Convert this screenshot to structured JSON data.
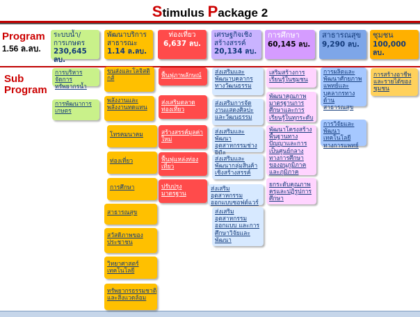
{
  "title": {
    "first_cap": "S",
    "first_rest": "timulus ",
    "second_cap": "P",
    "second_rest": "ackage 2"
  },
  "program": {
    "label": "Program",
    "amount": "1.56 ล.ลบ."
  },
  "subprogram": {
    "line1": "Sub",
    "line2": "Program"
  },
  "columns": [
    {
      "title": "ระบบน้ำ/การเกษตร",
      "amount": "230,645 ลบ.",
      "color": "#c9f18a",
      "items": [
        "การบริหารจัดการทรัพยากรน้ำ",
        "การพัฒนาการเกษตร"
      ]
    },
    {
      "title": "พัฒนาบริการสาธารณะ",
      "amount": "1.14 ล.ลบ.",
      "color": "#ffc000",
      "items": [
        "ขนส่งและโลจิสติกส์",
        "พลังงานและพลังงานทดแทน",
        "โทรคมนาคม",
        "ท่องเที่ยว",
        "การศึกษา",
        "สาธารณสุข",
        "สวัสดิภาพของประชาชน",
        "วิทยาศาสตร์ เทคโนโลยี",
        "ทรัพยากรธรรมชาติและสิ่งแวดล้อม"
      ]
    },
    {
      "title": "ท่องเที่ยว",
      "amount": "6,637 ลบ.",
      "color": "#ff4b4b",
      "items": [
        "ฟื้นฟูภาพลักษณ์",
        "ส่งเสริมตลาดท่องเที่ยว",
        "สร้างสรรค์มูลค่าใหม่",
        "ฟื้นฟูแหล่งท่องเที่ยว",
        "ปรับปรุงมาตรฐาน"
      ]
    },
    {
      "title": "เศรษฐกิจเชิงสร้างสรรค์",
      "amount": "20,134 ลบ.",
      "color": "#d7e9ff",
      "items": [
        "ส่งเสริมและพัฒนาบุคลากรทางวัฒนธรรม",
        "ส่งเสริมการจัดงานแสดงศิลปะและวัฒนธรรม",
        "ส่งเสริมและพัฒนาอุตสาหกรรมช่างฝีมือ",
        "ส่งเสริมและพัฒนากลุ่มสินค้าเชิงสร้างสรรค์",
        "ส่งเสริมอุตสาหกรรมออกแบบซอฟต์แวร์",
        "ส่งเสริมอุตสาหกรรมออกแบบ และการศึกษาวิจัยและพัฒนา"
      ]
    },
    {
      "title": "การศึกษา",
      "amount": "60,145 ลบ.",
      "color": "#ffd4ff",
      "items": [
        "เสริมสร้างการเรียนรู้ในชุมชน",
        "พัฒนาคุณภาพมาตรฐานการศึกษาและการเรียนรู้ในทุกระดับ",
        "พัฒนาโครงสร้างพื้นฐานทางปัญญาและการเป็นศูนย์กลางทางการศึกษาของอนุภูมิภาคและภูมิภาค",
        "ยกระดับคุณภาพครูและปฏิรูปการศึกษา"
      ]
    },
    {
      "title": "สาธารณสุข",
      "amount": "9,290 ลบ.",
      "color": "#a6c8ff",
      "items": [
        "การผลิตและพัฒนาศักยภาพแพทย์และบุคลากรทางด้านสาธารณสุข",
        "การวิจัยและพัฒนาเทคโนโลยีทางการแพทย์"
      ]
    },
    {
      "title": "ชุมชน",
      "amount": "100,000 ลบ.",
      "color": "#ffd15c",
      "items": [
        "การสร้างอาชีพและรายได้ของชุมชน"
      ]
    }
  ]
}
